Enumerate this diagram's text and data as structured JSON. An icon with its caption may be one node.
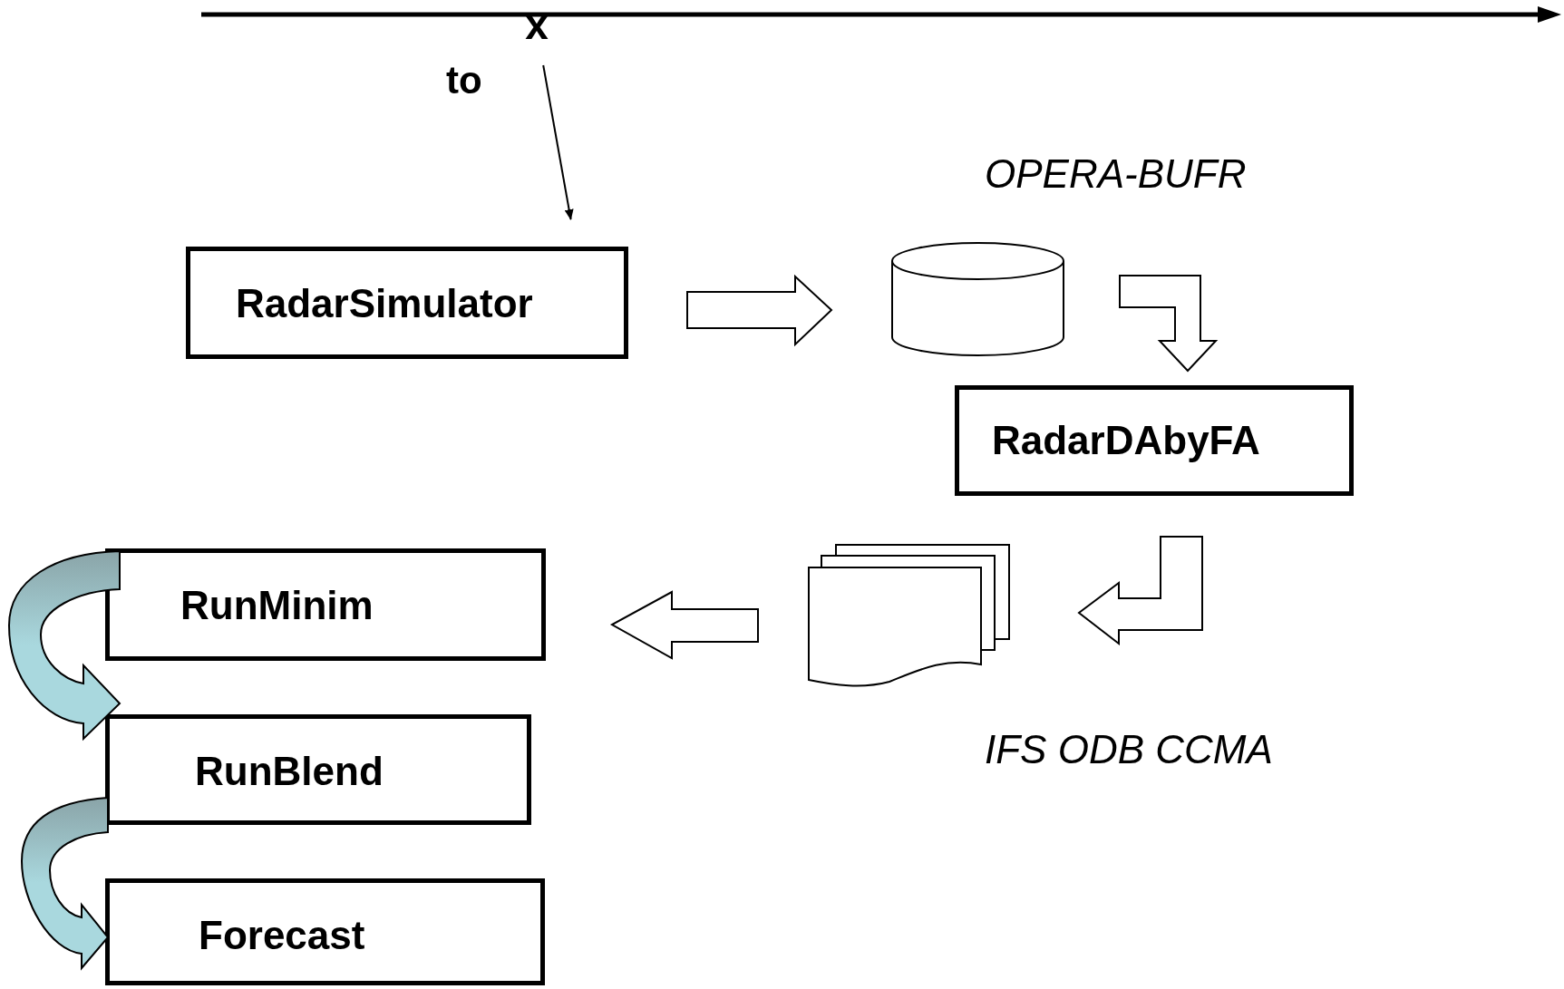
{
  "diagram": {
    "nodes": [
      {
        "text": [
          "x"
        ]
      },
      {
        "text": [
          "RadarSimulator"
        ]
      },
      {
        "text": [],
        "shape": "cylinder",
        "beside": [
          "OPERA-BUFR"
        ]
      },
      {
        "text": [
          "RadarDAbyFA"
        ]
      },
      {
        "text": [],
        "shape": "picture",
        "beside": [
          "IFS ODB CCMA"
        ]
      },
      {
        "text": [
          "RunMinim"
        ]
      },
      {
        "text": [
          "RunBlend"
        ]
      },
      {
        "text": [
          "Forecast"
        ]
      }
    ],
    "edges": [
      {
        "from": 0,
        "to": 1,
        "arrow": "to"
      },
      {
        "from": 1,
        "to": 2,
        "arrow": "to",
        "style": "thick"
      },
      {
        "from": 2,
        "to": 3,
        "arrow": "to",
        "style": "thick"
      },
      {
        "from": 3,
        "to": 4,
        "arrow": "to",
        "style": "thick"
      },
      {
        "from": 4,
        "to": 5,
        "arrow": "to",
        "style": "thick"
      },
      {
        "from": 5,
        "to": 6,
        "arrow": "to",
        "style": "thick",
        "color": "#a9d8de"
      },
      {
        "from": 6,
        "to": 7,
        "arrow": "to",
        "style": "thick",
        "color": "#a9d8de"
      }
    ],
    "labels": [
      "to"
    ]
  }
}
